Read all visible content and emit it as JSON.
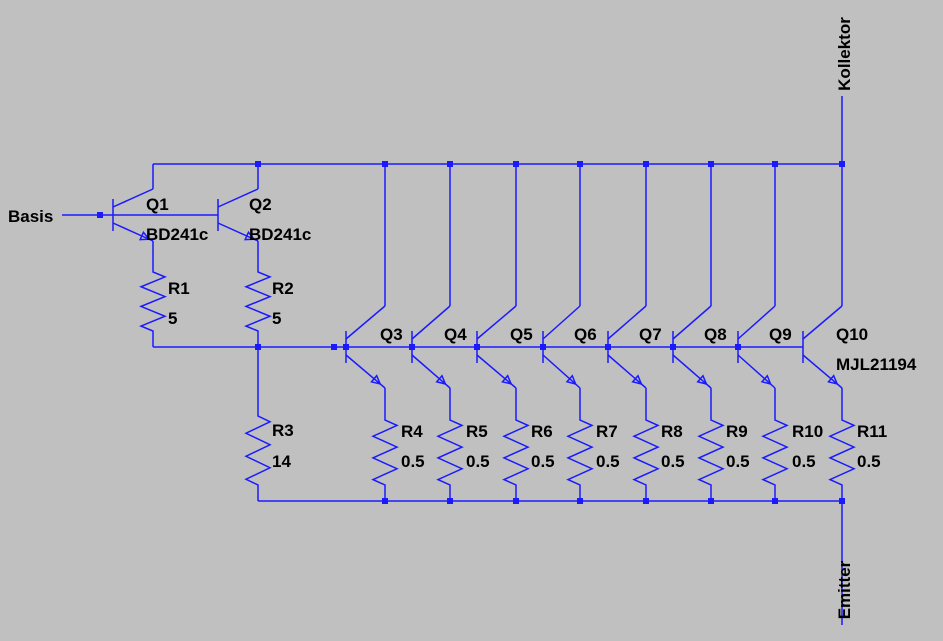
{
  "colors": {
    "background": "#c0c0c0",
    "wire": "#1a1aff",
    "text": "#000000"
  },
  "nets": {
    "base": "Basis",
    "collector": "Kollektor",
    "emitter": "Emitter"
  },
  "drivers": [
    {
      "ref": "Q1",
      "model": "BD241c",
      "resistor": "R1",
      "value": "5"
    },
    {
      "ref": "Q2",
      "model": "BD241c",
      "resistor": "R2",
      "value": "5"
    }
  ],
  "shunt": {
    "ref": "R3",
    "value": "14"
  },
  "outputs": [
    {
      "ref": "Q3",
      "resistor": "R4",
      "value": "0.5"
    },
    {
      "ref": "Q4",
      "resistor": "R5",
      "value": "0.5"
    },
    {
      "ref": "Q5",
      "resistor": "R6",
      "value": "0.5"
    },
    {
      "ref": "Q6",
      "resistor": "R7",
      "value": "0.5"
    },
    {
      "ref": "Q7",
      "resistor": "R8",
      "value": "0.5"
    },
    {
      "ref": "Q8",
      "resistor": "R9",
      "value": "0.5"
    },
    {
      "ref": "Q9",
      "resistor": "R10",
      "value": "0.5"
    },
    {
      "ref": "Q10",
      "resistor": "R11",
      "value": "0.5",
      "model": "MJL21194"
    }
  ]
}
